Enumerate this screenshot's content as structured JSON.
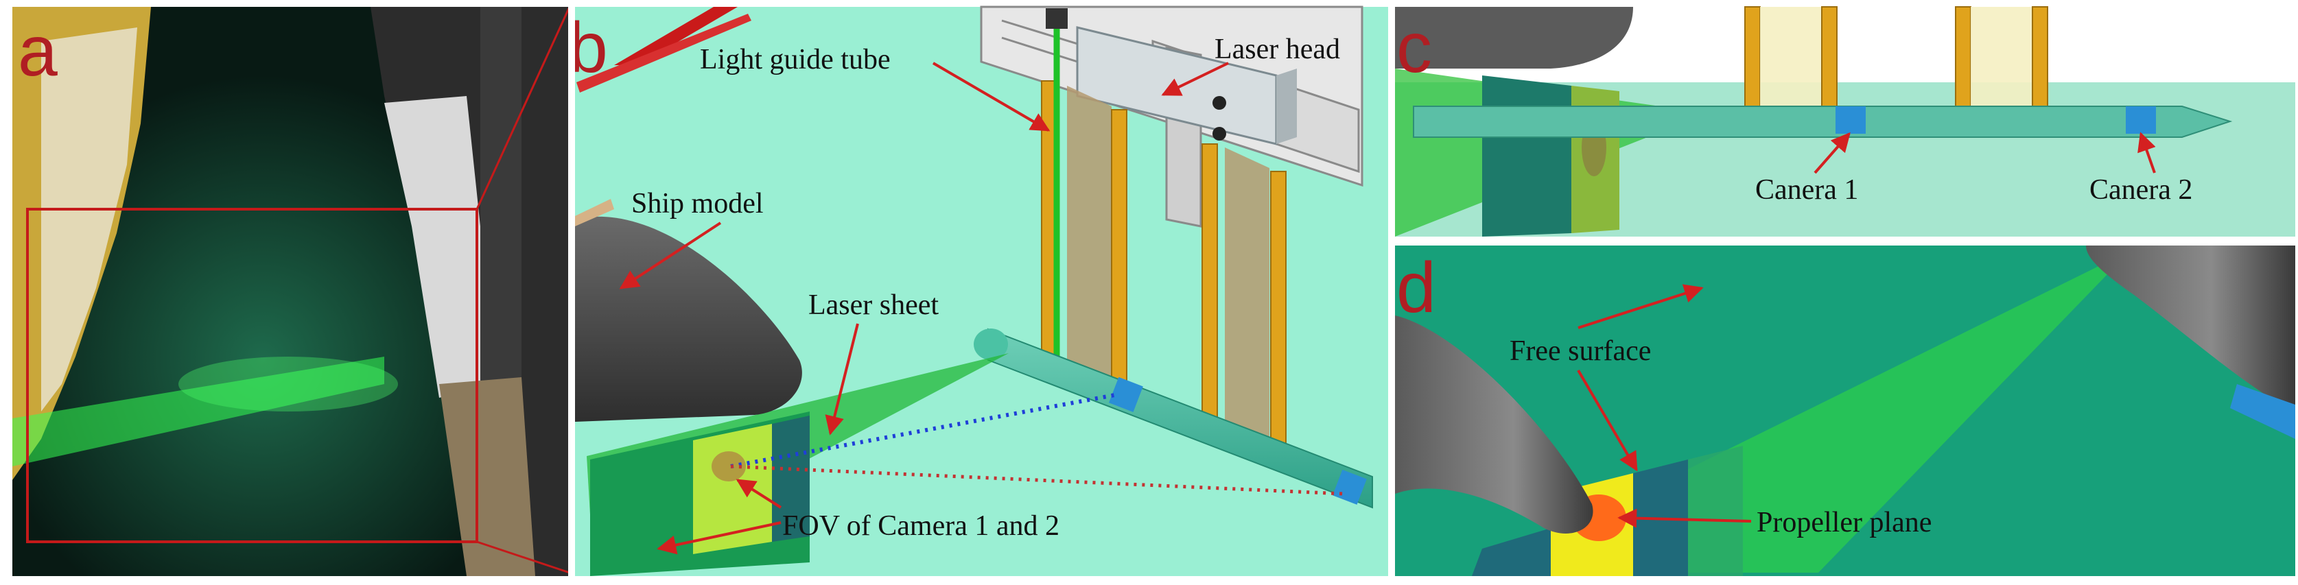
{
  "panels": {
    "a": {
      "letter": "a"
    },
    "b": {
      "letter": "b",
      "labels": {
        "light_guide_tube": "Light guide tube",
        "laser_head": "Laser head",
        "ship_model": "Ship model",
        "laser_sheet": "Laser sheet",
        "fov": "FOV of Camera 1 and 2"
      }
    },
    "c": {
      "letter": "c",
      "labels": {
        "camera1": "Canera 1",
        "camera2": "Canera 2"
      }
    },
    "d": {
      "letter": "d",
      "labels": {
        "free_surface": "Free surface",
        "propeller_plane": "Propeller plane"
      }
    }
  },
  "colors": {
    "letter": "#b01e23",
    "arrow": "#d42020",
    "water_light": "#8ee8cc",
    "water_dark": "#17a07a",
    "laser_green": "#22c02a",
    "camera_blue": "#2a8fd6",
    "post_orange": "#e0a31c",
    "hull_gray": "#4a4a4a"
  }
}
